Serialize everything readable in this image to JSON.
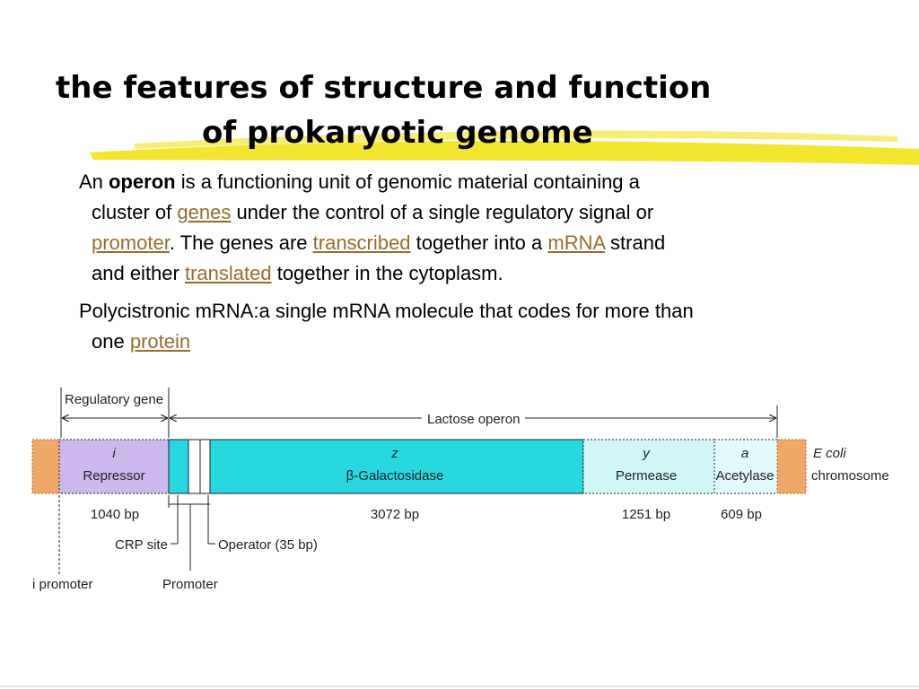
{
  "title": {
    "line1": "the  features of structure and function",
    "line2": "of prokaryotic genome"
  },
  "paragraph1": {
    "t1": "An ",
    "bold": "operon",
    "t2": " is a functioning unit of genomic material containing a",
    "t3": "cluster of ",
    "link_genes": "genes",
    "t4": " under the control of a single regulatory signal or",
    "link_promoter": "promoter",
    "t5": ". The genes are ",
    "link_transcribed": "transcribed",
    "t6": " together into a ",
    "link_mrna": "mRNA",
    "t7": " strand",
    "t8": "and either ",
    "link_translated": "translated",
    "t9": " together in the cytoplasm."
  },
  "paragraph2": {
    "t1": "Polycistronic mRNA:a single mRNA molecule that codes for more than",
    "t2": "one ",
    "link_protein": "protein"
  },
  "diagram": {
    "regulatory_gene_label": "Regulatory gene",
    "lactose_operon_label": "Lactose operon",
    "genes": [
      {
        "letter": "i",
        "name": "Repressor",
        "size": "1040 bp"
      },
      {
        "letter": "z",
        "name": "β-Galactosidase",
        "size": "3072 bp"
      },
      {
        "letter": "y",
        "name": "Permease",
        "size": "1251 bp"
      },
      {
        "letter": "a",
        "name": "Acetylase",
        "size": "609 bp"
      }
    ],
    "chromosome_label_1": "E  coli",
    "chromosome_label_2": "chromosome",
    "crp_site": "CRP site",
    "operator": "Operator (35 bp)",
    "i_promoter": "i promoter",
    "promoter": "Promoter"
  },
  "colors": {
    "chromosome_ends": "#f0a868",
    "repressor": "#ccb8ec",
    "galactosidase": "#28d8e0",
    "permease": "#d0f6f8",
    "acetylase": "#e2fafc",
    "link": "#9a6b2e",
    "highlight": "#f2e21a"
  }
}
